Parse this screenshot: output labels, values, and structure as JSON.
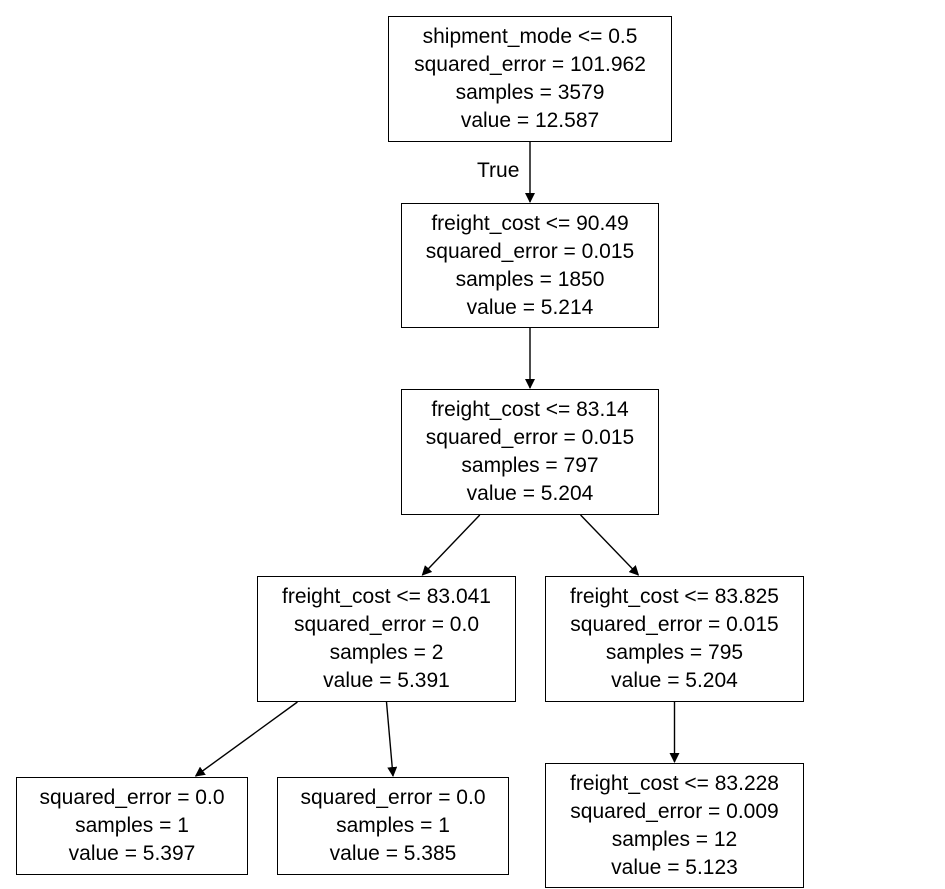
{
  "tree": {
    "edge_label_true": "True",
    "nodes": [
      {
        "id": "n0",
        "lines": [
          "shipment_mode <= 0.5",
          "squared_error = 101.962",
          "samples = 3579",
          "value = 12.587"
        ]
      },
      {
        "id": "n1",
        "lines": [
          "freight_cost <= 90.49",
          "squared_error = 0.015",
          "samples = 1850",
          "value = 5.214"
        ]
      },
      {
        "id": "n2",
        "lines": [
          "freight_cost <= 83.14",
          "squared_error = 0.015",
          "samples = 797",
          "value = 5.204"
        ]
      },
      {
        "id": "n3",
        "lines": [
          "freight_cost <= 83.041",
          "squared_error = 0.0",
          "samples = 2",
          "value = 5.391"
        ]
      },
      {
        "id": "n4",
        "lines": [
          "freight_cost <= 83.825",
          "squared_error = 0.015",
          "samples = 795",
          "value = 5.204"
        ]
      },
      {
        "id": "n5",
        "lines": [
          "squared_error = 0.0",
          "samples = 1",
          "value = 5.397"
        ]
      },
      {
        "id": "n6",
        "lines": [
          "squared_error = 0.0",
          "samples = 1",
          "value = 5.385"
        ]
      },
      {
        "id": "n7",
        "lines": [
          "freight_cost <= 83.228",
          "squared_error = 0.009",
          "samples = 12",
          "value = 5.123"
        ]
      }
    ],
    "edges": [
      {
        "from": "n0",
        "to": "n1",
        "label": "True"
      },
      {
        "from": "n1",
        "to": "n2"
      },
      {
        "from": "n2",
        "to": "n3"
      },
      {
        "from": "n2",
        "to": "n4"
      },
      {
        "from": "n3",
        "to": "n5"
      },
      {
        "from": "n3",
        "to": "n6"
      },
      {
        "from": "n4",
        "to": "n7"
      }
    ]
  }
}
